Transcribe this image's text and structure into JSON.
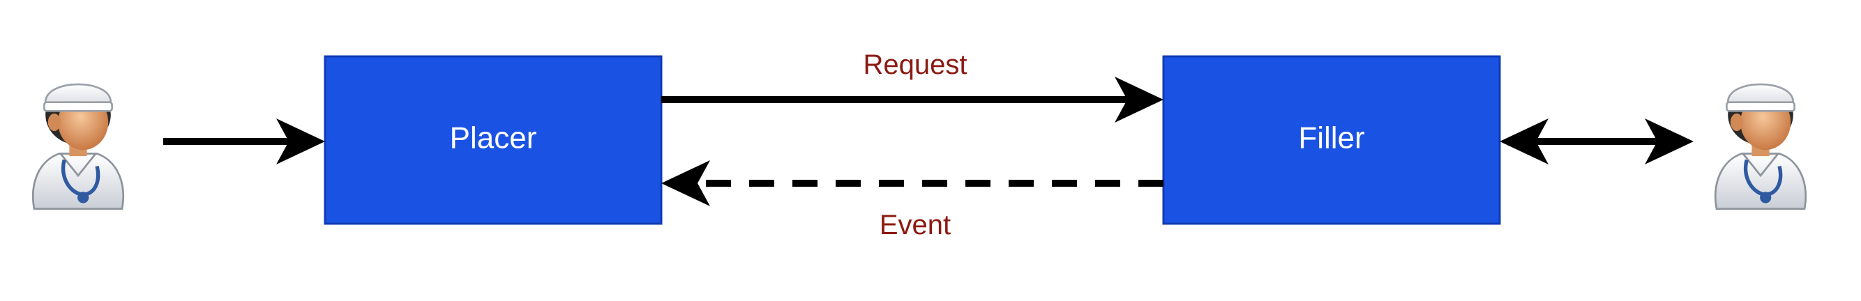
{
  "nodes": {
    "placer": {
      "label": "Placer"
    },
    "filler": {
      "label": "Filler"
    }
  },
  "edges": {
    "request": {
      "label": "Request"
    },
    "event": {
      "label": "Event"
    }
  },
  "actors": {
    "left": {
      "icon": "doctor-icon"
    },
    "right": {
      "icon": "doctor-icon"
    }
  },
  "colors": {
    "box_fill": "#1a53e4",
    "box_stroke": "#0f3bb5",
    "node_text": "#ffffff",
    "edge_label": "#8b1a12",
    "arrow": "#000000"
  }
}
